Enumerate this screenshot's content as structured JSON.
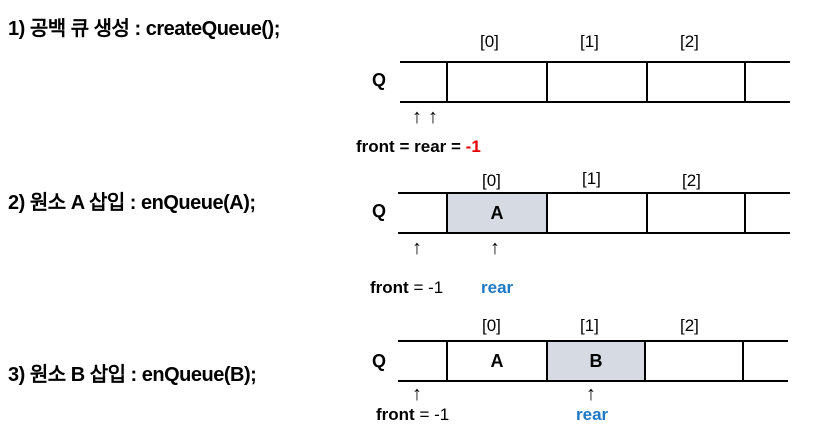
{
  "steps": [
    {
      "label": "1) 공백 큐 생성 : createQueue();",
      "indices": [
        "[0]",
        "[1]",
        "[2]"
      ],
      "queue_name": "Q",
      "cells": [
        "",
        "",
        "",
        "",
        ""
      ],
      "pointer_arrows": [
        "↑",
        "↑"
      ],
      "front_label": "front",
      "equals1": "=",
      "rear_label": "rear",
      "equals2": "=",
      "value": "-1"
    },
    {
      "label": "2) 원소 A 삽입 : enQueue(A);",
      "indices": [
        "[0]",
        "[1]",
        "[2]"
      ],
      "queue_name": "Q",
      "cells": [
        "",
        "A",
        "",
        "",
        ""
      ],
      "front_arrow": "↑",
      "rear_arrow": "↑",
      "front_label": "front",
      "front_value": "= -1",
      "rear_label": "rear"
    },
    {
      "label": "3) 원소 B 삽입 : enQueue(B);",
      "indices": [
        "[0]",
        "[1]",
        "[2]"
      ],
      "queue_name": "Q",
      "cells": [
        "",
        "A",
        "B",
        "",
        ""
      ],
      "front_arrow": "↑",
      "rear_arrow": "↑",
      "front_label": "front",
      "front_value": "= -1",
      "rear_label": "rear"
    }
  ],
  "colors": {
    "filled_cell": "#d6dbe3",
    "highlight_red": "#e60000",
    "highlight_blue": "#1f78c4"
  }
}
